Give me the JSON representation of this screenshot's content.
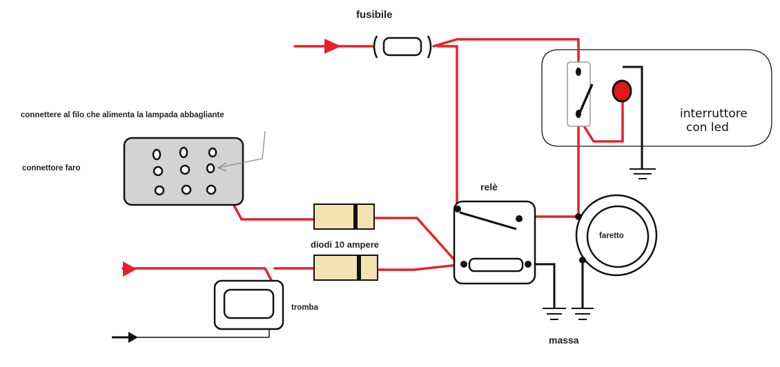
{
  "labels": {
    "fusibile": "fusibile",
    "connector_note": "connettere al  filo che alimenta la lampada abbagliante",
    "connettore_faro": "connettore faro",
    "rele": "relè",
    "diodi": "diodi 10 ampere",
    "tromba": "tromba",
    "faretto": "faretto",
    "interruttore_line1": "interruttore",
    "interruttore_line2": "con led",
    "massa": "massa"
  },
  "colors": {
    "wire": "#e8202a",
    "outline": "#111111",
    "connector_fill": "#d3d3d3",
    "diode_fill": "#f3e3b3",
    "led": "#e01818",
    "note_arrow": "#8a8a8a"
  },
  "icons": {
    "fuse": "fuse-symbol",
    "switch": "switch-symbol",
    "led": "led-indicator",
    "ground": "ground-symbol",
    "relay": "relay-symbol",
    "horn": "horn-symbol",
    "spotlight": "spotlight-symbol"
  }
}
